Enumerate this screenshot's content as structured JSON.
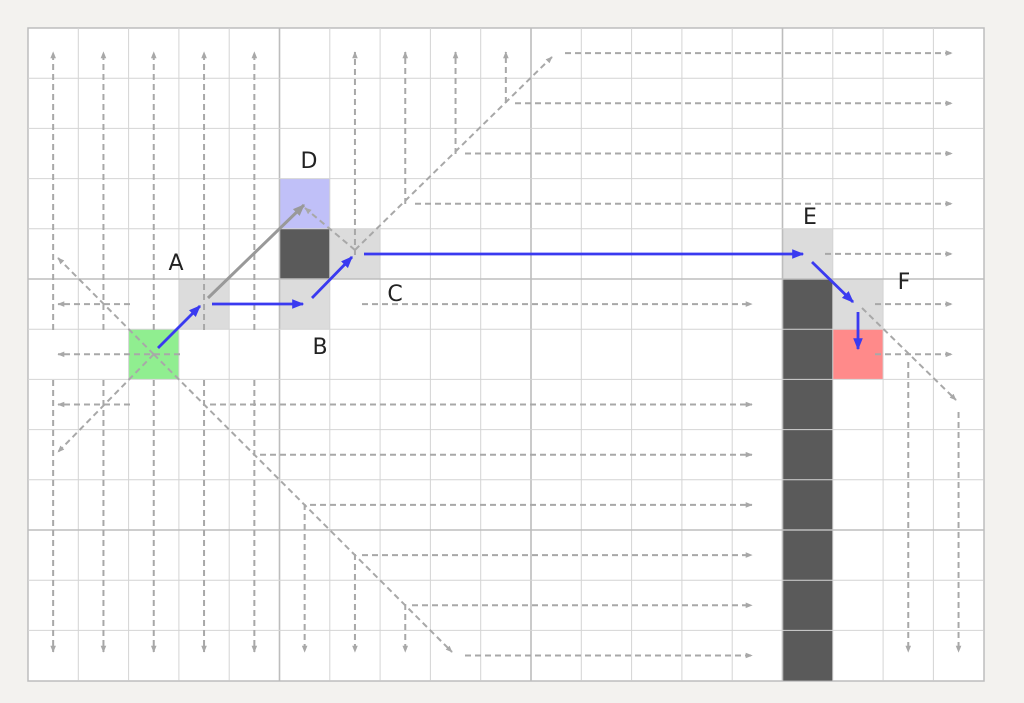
{
  "grid": {
    "columns": 19,
    "rows": 13,
    "major_every": 5
  },
  "colors": {
    "background": "#f3f2ef",
    "board": "#ffffff",
    "grid_line": "#d4d4d4",
    "grid_major": "#bdbdbd",
    "wall": "#5a5a5a",
    "start": "#90ee90",
    "goal": "#ff8a8a",
    "visited": "#dcdcdc",
    "forced": "#c0c0f8",
    "path": "#3a3af0",
    "scan": "#a8a8a8",
    "pruned": "#999999"
  },
  "cells": {
    "start": {
      "col": 2,
      "row": 6
    },
    "goal": {
      "col": 16,
      "row": 6
    },
    "walls": [
      {
        "col": 5,
        "row": 4
      },
      {
        "col": 15,
        "row": 5
      },
      {
        "col": 15,
        "row": 6
      },
      {
        "col": 15,
        "row": 7
      },
      {
        "col": 15,
        "row": 8
      },
      {
        "col": 15,
        "row": 9
      },
      {
        "col": 15,
        "row": 10
      },
      {
        "col": 15,
        "row": 11
      },
      {
        "col": 15,
        "row": 12
      }
    ],
    "visited": [
      {
        "col": 3,
        "row": 5
      },
      {
        "col": 5,
        "row": 5
      },
      {
        "col": 6,
        "row": 4
      },
      {
        "col": 15,
        "row": 4
      },
      {
        "col": 16,
        "row": 5
      }
    ],
    "forced": [
      {
        "col": 5,
        "row": 3
      }
    ]
  },
  "labels": [
    {
      "text": "A",
      "col": 3,
      "row": 5
    },
    {
      "text": "B",
      "col": 5,
      "row": 5
    },
    {
      "text": "C",
      "col": 6,
      "row": 4
    },
    {
      "text": "D",
      "col": 5,
      "row": 3
    },
    {
      "text": "E",
      "col": 15,
      "row": 4
    },
    {
      "text": "F",
      "col": 16,
      "row": 5
    }
  ]
}
